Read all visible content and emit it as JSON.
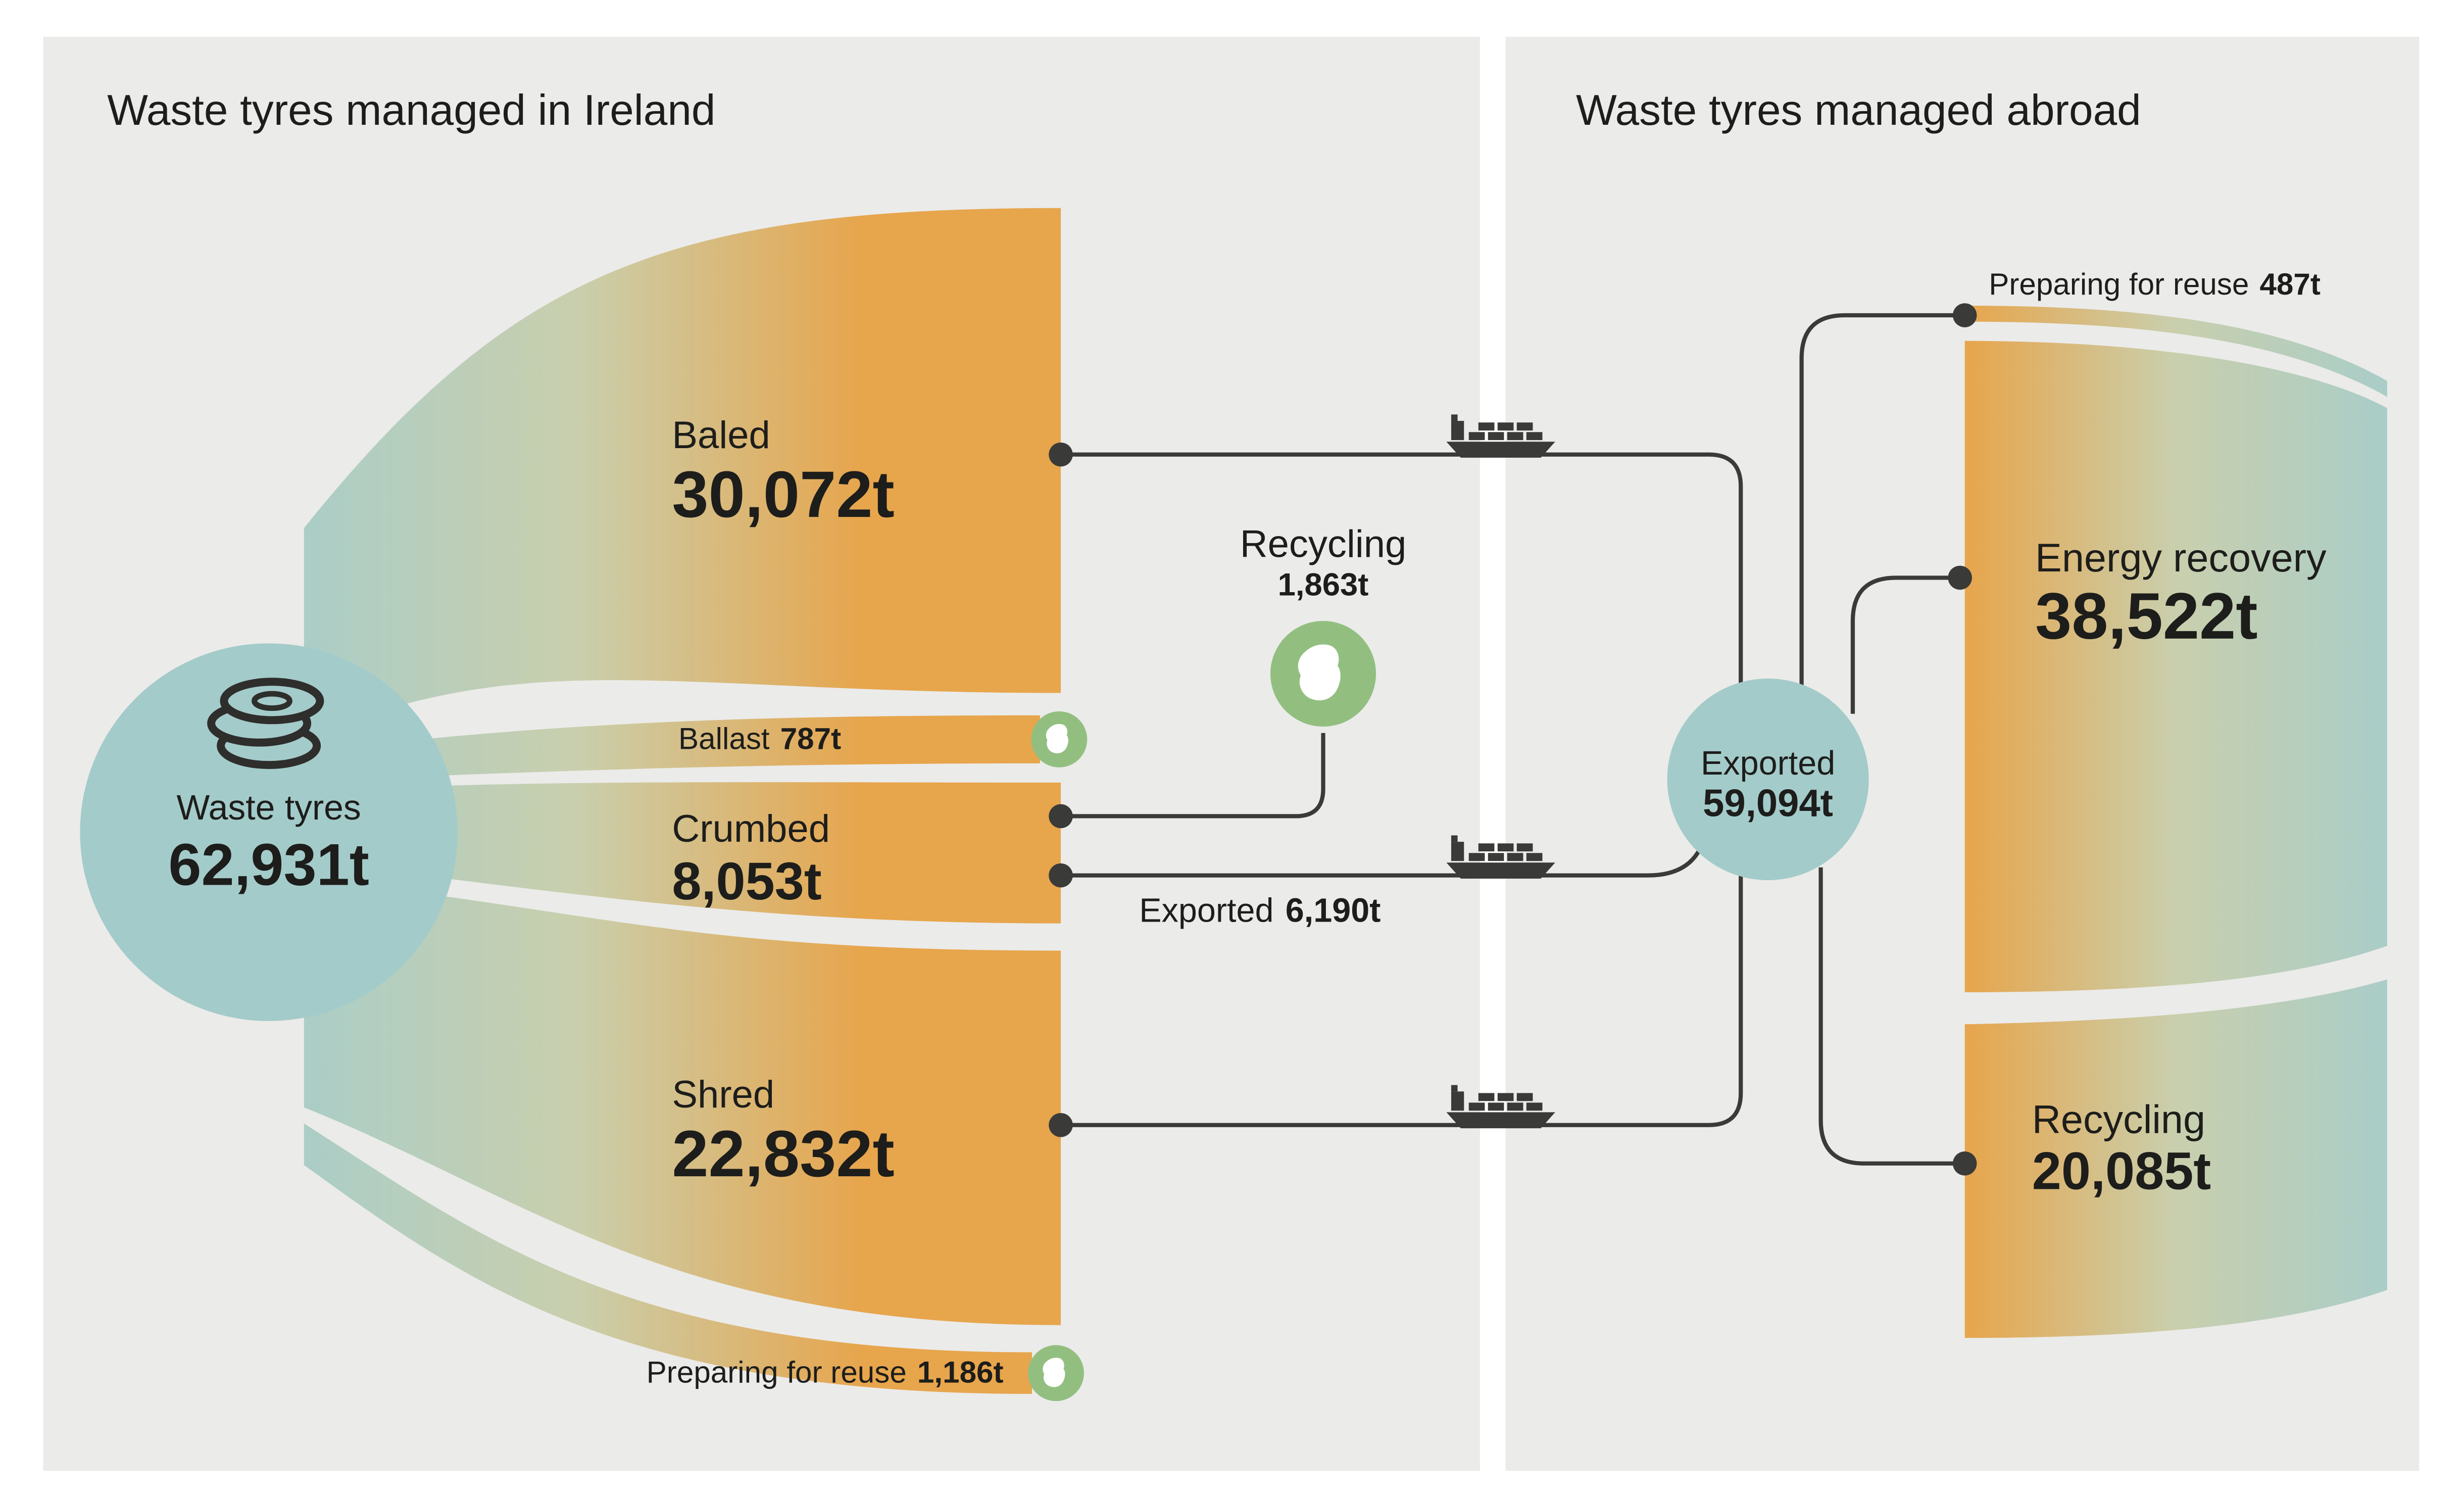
{
  "colors": {
    "background": "#ffffff",
    "panel": "#ebebe9",
    "flow_orange": "#e7a54c",
    "flow_teal": "#a9cdc8",
    "flow_mid": "#c9cfad",
    "node_circle": "#a3cbc9",
    "ireland_green": "#92bf80",
    "line_dark": "#3a3a38",
    "text": "#1d1d1b"
  },
  "left_panel": {
    "title": "Waste tyres managed in Ireland",
    "source": {
      "label": "Waste tyres",
      "value": "62,931t"
    },
    "flows": {
      "baled": {
        "label": "Baled",
        "value": "30,072t"
      },
      "ballast": {
        "label": "Ballast",
        "value": "787t"
      },
      "crumbed": {
        "label": "Crumbed",
        "value": "8,053t"
      },
      "shred": {
        "label": "Shred",
        "value": "22,832t"
      },
      "preparing_reuse": {
        "label": "Preparing for reuse",
        "value": "1,186t"
      },
      "recycling": {
        "label": "Recycling",
        "value": "1,863t"
      },
      "exported": {
        "label": "Exported",
        "value": "6,190t"
      }
    }
  },
  "right_panel": {
    "title": "Waste tyres managed abroad",
    "exported": {
      "label": "Exported",
      "value": "59,094t"
    },
    "flows": {
      "preparing_reuse": {
        "label": "Preparing for reuse",
        "value": "487t"
      },
      "energy_recovery": {
        "label": "Energy recovery",
        "value": "38,522t"
      },
      "recycling": {
        "label": "Recycling",
        "value": "20,085t"
      }
    }
  },
  "icons": {
    "tyres": "tyre-stack-icon",
    "ship": "container-ship-icon",
    "ireland": "ireland-map-icon"
  },
  "chart_data": {
    "type": "sankey",
    "unit": "t",
    "title_left": "Waste tyres managed in Ireland",
    "title_right": "Waste tyres managed abroad",
    "nodes": [
      "Waste tyres",
      "Baled",
      "Ballast",
      "Crumbed",
      "Shred",
      "Preparing for reuse (Ireland)",
      "Recycling (Ireland)",
      "Exported",
      "Preparing for reuse (abroad)",
      "Energy recovery (abroad)",
      "Recycling (abroad)"
    ],
    "totals": {
      "Waste tyres": 62931,
      "Exported": 59094
    },
    "links": [
      {
        "source": "Waste tyres",
        "target": "Baled",
        "value": 30072
      },
      {
        "source": "Waste tyres",
        "target": "Ballast",
        "value": 787
      },
      {
        "source": "Waste tyres",
        "target": "Crumbed",
        "value": 8053
      },
      {
        "source": "Waste tyres",
        "target": "Shred",
        "value": 22832
      },
      {
        "source": "Waste tyres",
        "target": "Preparing for reuse (Ireland)",
        "value": 1186
      },
      {
        "source": "Crumbed",
        "target": "Recycling (Ireland)",
        "value": 1863
      },
      {
        "source": "Crumbed",
        "target": "Exported",
        "value": 6190
      },
      {
        "source": "Baled",
        "target": "Exported",
        "value": 30072
      },
      {
        "source": "Shred",
        "target": "Exported",
        "value": 22832
      },
      {
        "source": "Exported",
        "target": "Preparing for reuse (abroad)",
        "value": 487
      },
      {
        "source": "Exported",
        "target": "Energy recovery (abroad)",
        "value": 38522
      },
      {
        "source": "Exported",
        "target": "Recycling (abroad)",
        "value": 20085
      }
    ]
  }
}
